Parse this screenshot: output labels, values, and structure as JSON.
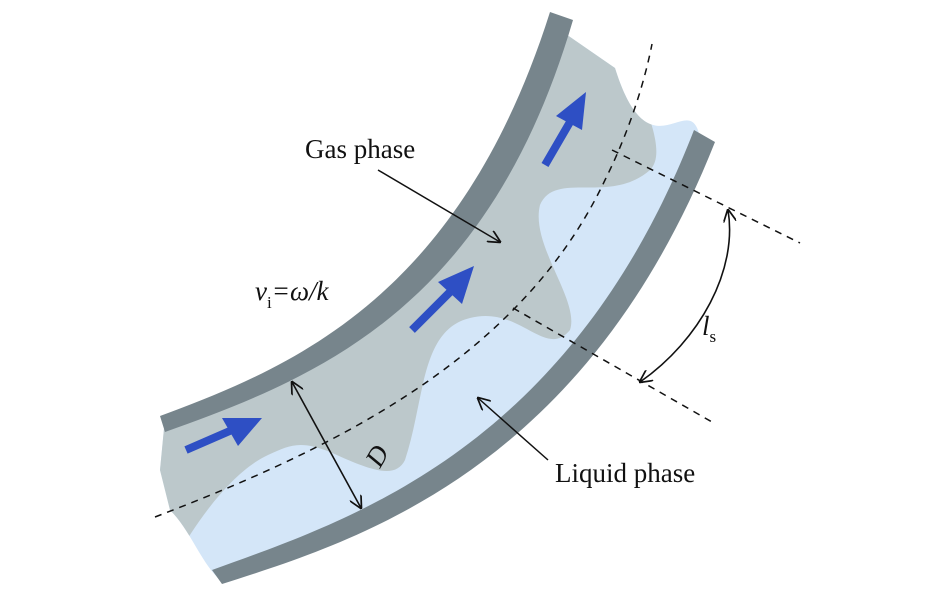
{
  "labels": {
    "gas_phase": "Gas phase",
    "liquid_phase": "Liquid phase",
    "velocity_symbol": "v",
    "velocity_subscript": "i",
    "velocity_relation": "=ω/k",
    "diameter_symbol": "D",
    "length_symbol": "l",
    "length_subscript": "s"
  },
  "colors": {
    "pipe_wall": "#77858c",
    "gas": "#bcc8cb",
    "liquid": "#d4e6f8",
    "flow_arrow": "#2e4fc4",
    "line": "#111111"
  }
}
